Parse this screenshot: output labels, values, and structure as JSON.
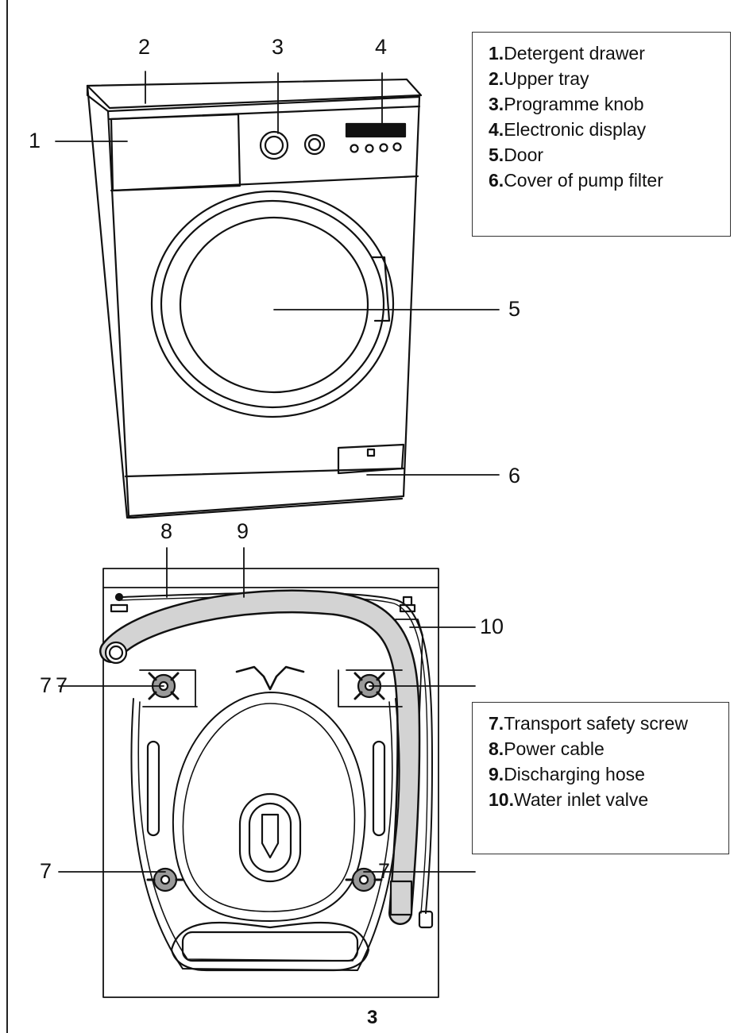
{
  "callouts": {
    "c1": "1",
    "c2": "2",
    "c3": "3",
    "c4": "4",
    "c5": "5",
    "c6": "6",
    "c8": "8",
    "c9": "9",
    "c10": "10",
    "c7a": "7",
    "c7b": "7",
    "c7c": "7",
    "c7d": "7"
  },
  "legend_front": [
    {
      "num": "1.",
      "text": "Detergent drawer"
    },
    {
      "num": "2.",
      "text": "Upper tray"
    },
    {
      "num": "3.",
      "text": "Programme knob"
    },
    {
      "num": "4.",
      "text": "Electronic display"
    },
    {
      "num": "5.",
      "text": "Door"
    },
    {
      "num": "6.",
      "text": "Cover of pump filter"
    }
  ],
  "legend_back": [
    {
      "num": "7.",
      "text": "Transport safety screw"
    },
    {
      "num": "8.",
      "text": "Power cable"
    },
    {
      "num": "9.",
      "text": "Discharging hose"
    },
    {
      "num": "10.",
      "text": "Water inlet valve"
    }
  ],
  "page_number": "3",
  "colors": {
    "line": "#111111",
    "hose": "#d3d3d3",
    "screw": "#9a9a9a",
    "frame": "#222222"
  }
}
